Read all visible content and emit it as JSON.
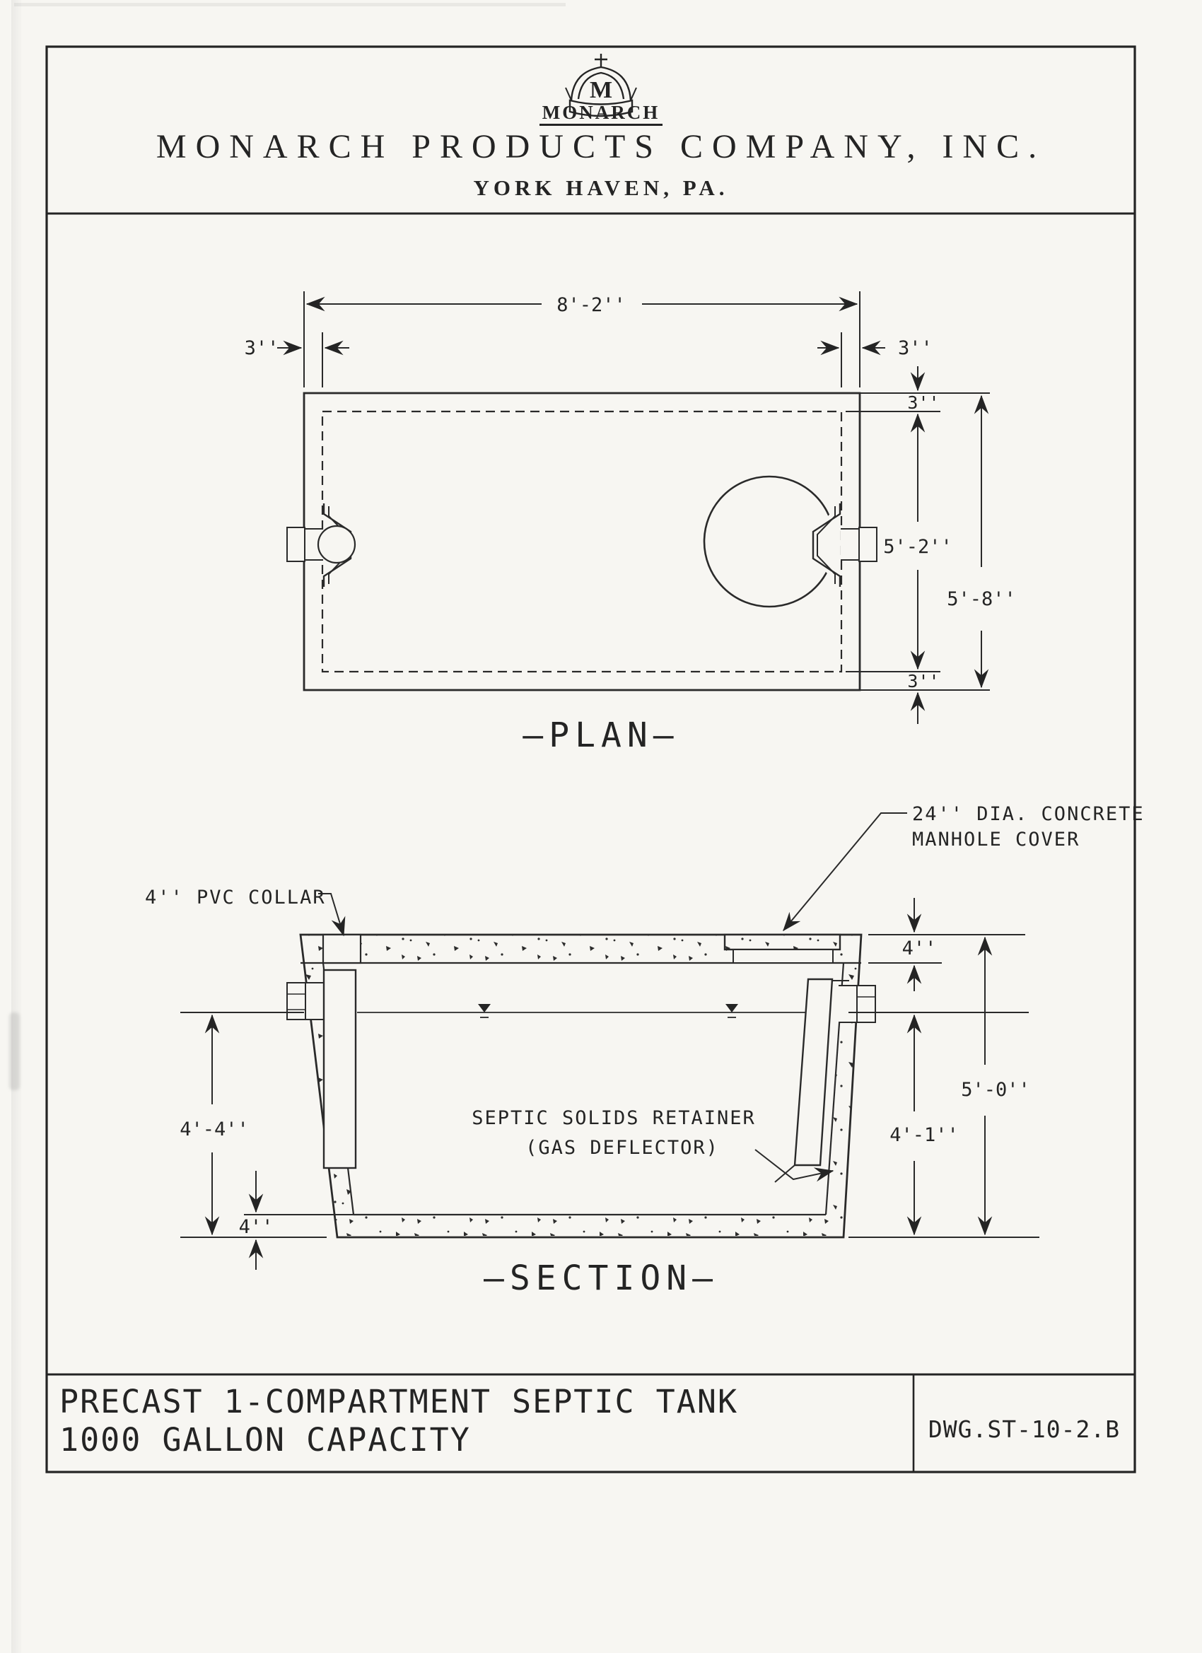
{
  "header": {
    "logo_word": "MONARCH",
    "company": "MONARCH  PRODUCTS  COMPANY,  INC.",
    "location": "YORK  HAVEN,  PA."
  },
  "plan": {
    "label": "—PLAN—",
    "dim_width": "8'-2''",
    "dim_wall_left": "3''",
    "dim_wall_right": "3''",
    "dim_wall_top": "3''",
    "dim_inner_height": "5'-2''",
    "dim_outer_height": "5'-8''",
    "dim_wall_bottom": "3''"
  },
  "section": {
    "label": "—SECTION—",
    "note_manhole_line1": "24''  DIA.  CONCRETE",
    "note_manhole_line2": "MANHOLE  COVER",
    "note_collar": "4''  PVC  COLLAR",
    "note_retainer_line1": "SEPTIC  SOLIDS  RETAINER",
    "note_retainer_line2": "(GAS  DEFLECTOR)",
    "dim_water_left": "4'-4''",
    "dim_floor_thickness": "4''",
    "dim_slab_thickness": "4''",
    "dim_water_right": "4'-1''",
    "dim_overall_height": "5'-0''"
  },
  "title_block": {
    "line1": "PRECAST 1-COMPARTMENT SEPTIC TANK",
    "line2": "1000 GALLON CAPACITY",
    "dwg_no": "DWG.ST-10-2.B"
  }
}
